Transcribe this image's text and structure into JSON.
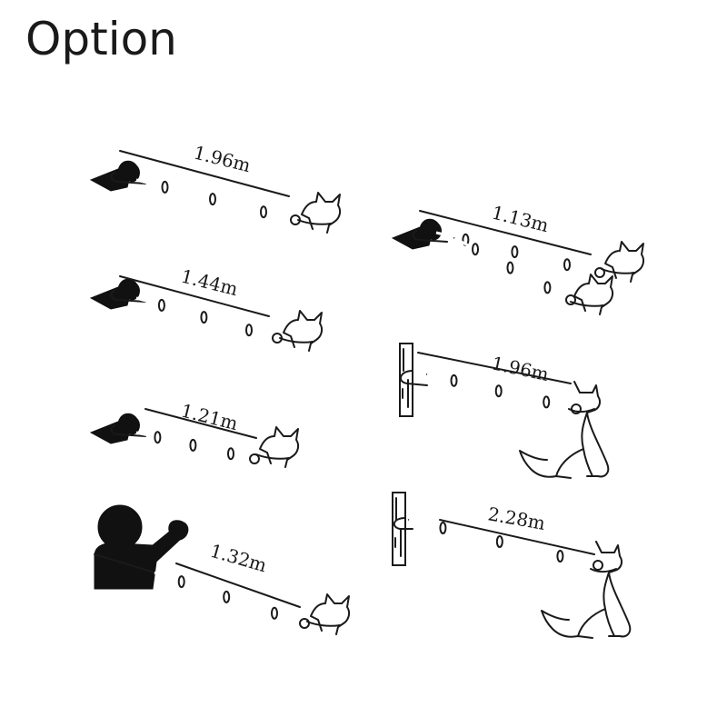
{
  "title": "Option",
  "options": [
    {
      "length": "1.96m",
      "holder": "hand",
      "dogs": 1
    },
    {
      "length": "1.44m",
      "holder": "hand",
      "dogs": 1
    },
    {
      "length": "1.21m",
      "holder": "hand",
      "dogs": 1
    },
    {
      "length": "1.32m",
      "holder": "person-waist",
      "dogs": 1
    },
    {
      "length": "1.13m",
      "holder": "hand",
      "dogs": 2
    },
    {
      "length": "1.96m",
      "holder": "post",
      "dogs": 1
    },
    {
      "length": "2.28m",
      "holder": "post",
      "dogs": 1
    }
  ],
  "icons": [
    "hand-icon",
    "person-icon",
    "post-icon",
    "dog-head-icon",
    "sitting-dog-icon"
  ]
}
